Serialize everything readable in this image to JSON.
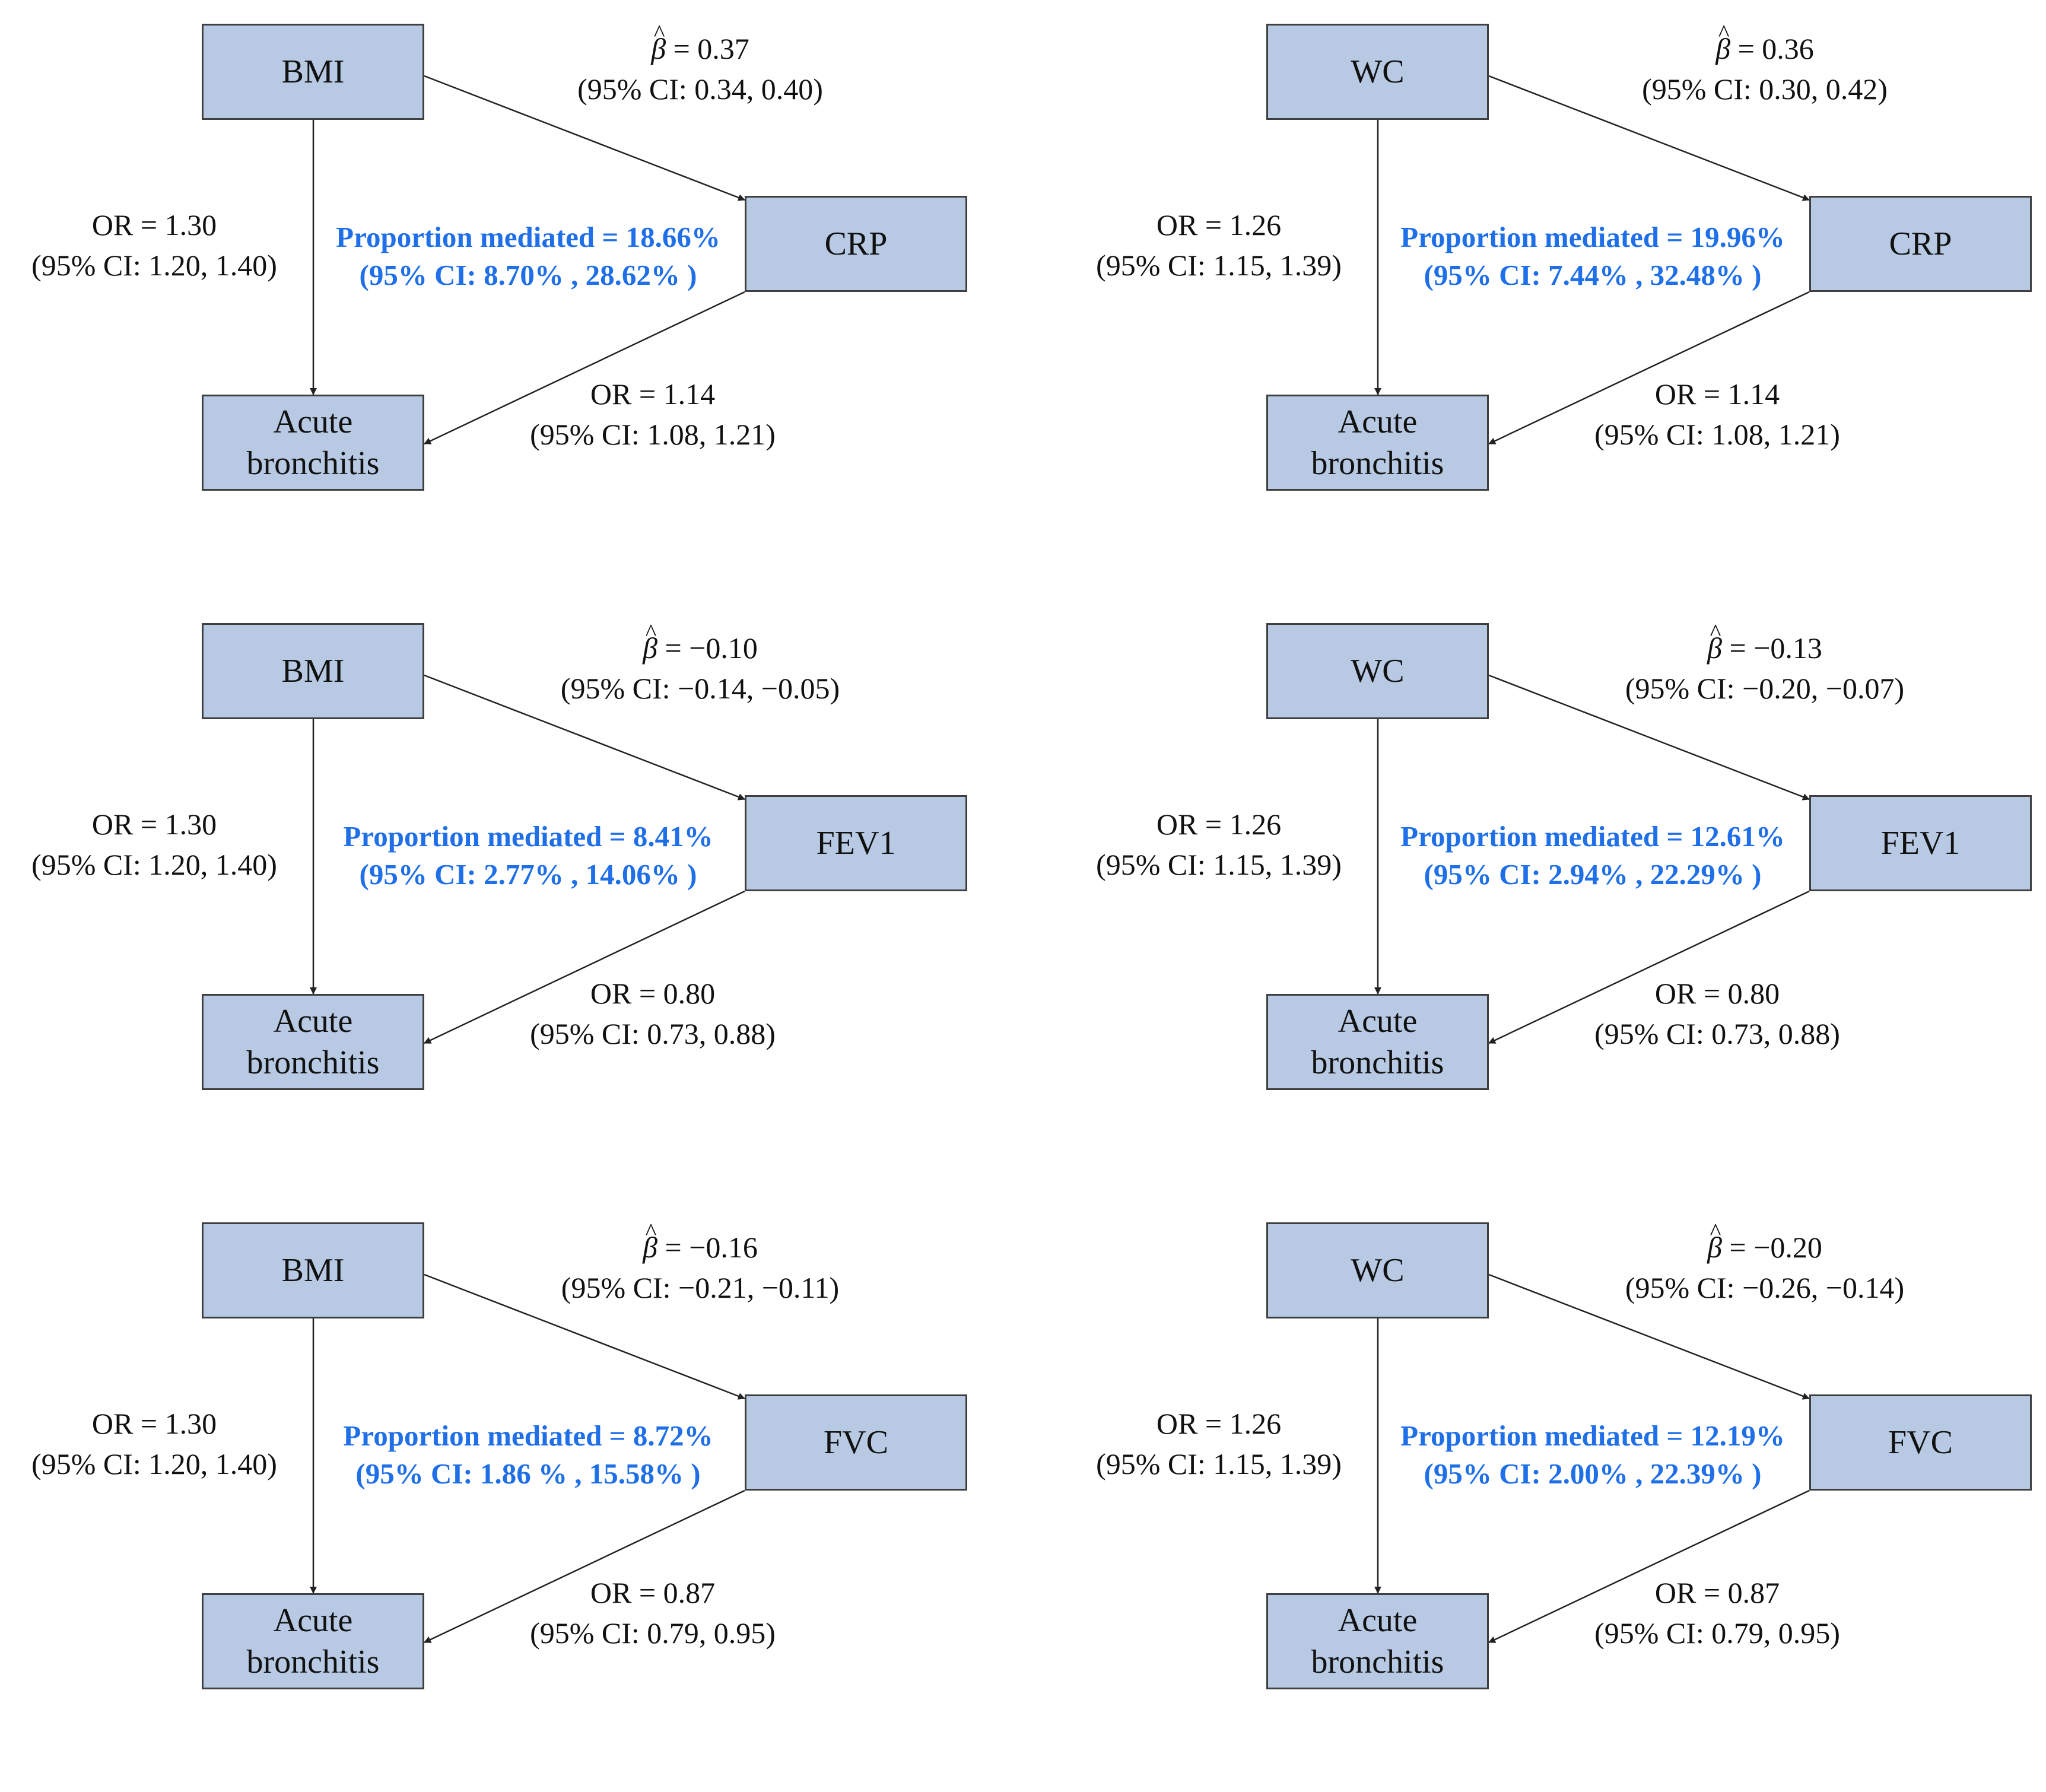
{
  "colors": {
    "box_fill": "#b7c9e3",
    "box_border": "#3f3f3f",
    "mediated_text": "#1f6fe8",
    "text": "#111111"
  },
  "panels": [
    {
      "exposure": "BMI",
      "mediator": "CRP",
      "outcome_line1": "Acute",
      "outcome_line2": "bronchitis",
      "beta_symbol": "β",
      "beta_equals": "= 0.37",
      "beta_ci": "(95% CI: 0.34, 0.40)",
      "direct_or": "OR = 1.30",
      "direct_ci": "(95% CI: 1.20, 1.40)",
      "mediated_line1": "Proportion  mediated = 18.66%",
      "mediated_line2": "(95% CI: 8.70% , 28.62% )",
      "mediator_or": "OR = 1.14",
      "mediator_ci": "(95% CI: 1.08, 1.21)"
    },
    {
      "exposure": "WC",
      "mediator": "CRP",
      "outcome_line1": "Acute",
      "outcome_line2": "bronchitis",
      "beta_symbol": "β",
      "beta_equals": "= 0.36",
      "beta_ci": "(95% CI: 0.30, 0.42)",
      "direct_or": "OR = 1.26",
      "direct_ci": "(95% CI: 1.15, 1.39)",
      "mediated_line1": "Proportion  mediated = 19.96%",
      "mediated_line2": "(95% CI: 7.44% , 32.48% )",
      "mediator_or": "OR = 1.14",
      "mediator_ci": "(95% CI: 1.08, 1.21)"
    },
    {
      "exposure": "BMI",
      "mediator": "FEV1",
      "outcome_line1": "Acute",
      "outcome_line2": "bronchitis",
      "beta_symbol": "β",
      "beta_equals": "= −0.10",
      "beta_ci": "(95% CI: −0.14, −0.05)",
      "direct_or": "OR = 1.30",
      "direct_ci": "(95% CI: 1.20, 1.40)",
      "mediated_line1": "Proportion  mediated = 8.41%",
      "mediated_line2": "(95% CI: 2.77% , 14.06% )",
      "mediator_or": "OR = 0.80",
      "mediator_ci": "(95% CI: 0.73, 0.88)"
    },
    {
      "exposure": "WC",
      "mediator": "FEV1",
      "outcome_line1": "Acute",
      "outcome_line2": "bronchitis",
      "beta_symbol": "β",
      "beta_equals": "= −0.13",
      "beta_ci": "(95% CI: −0.20, −0.07)",
      "direct_or": "OR = 1.26",
      "direct_ci": "(95% CI: 1.15, 1.39)",
      "mediated_line1": "Proportion  mediated = 12.61%",
      "mediated_line2": "(95% CI: 2.94% , 22.29% )",
      "mediator_or": "OR = 0.80",
      "mediator_ci": "(95% CI: 0.73, 0.88)"
    },
    {
      "exposure": "BMI",
      "mediator": "FVC",
      "outcome_line1": "Acute",
      "outcome_line2": "bronchitis",
      "beta_symbol": "β",
      "beta_equals": "= −0.16",
      "beta_ci": "(95% CI: −0.21, −0.11)",
      "direct_or": "OR = 1.30",
      "direct_ci": "(95% CI: 1.20, 1.40)",
      "mediated_line1": "Proportion  mediated = 8.72%",
      "mediated_line2": "(95% CI: 1.86 % , 15.58% )",
      "mediator_or": "OR = 0.87",
      "mediator_ci": "(95% CI: 0.79, 0.95)"
    },
    {
      "exposure": "WC",
      "mediator": "FVC",
      "outcome_line1": "Acute",
      "outcome_line2": "bronchitis",
      "beta_symbol": "β",
      "beta_equals": "= −0.20",
      "beta_ci": "(95% CI: −0.26, −0.14)",
      "direct_or": "OR = 1.26",
      "direct_ci": "(95% CI: 1.15, 1.39)",
      "mediated_line1": "Proportion  mediated = 12.19%",
      "mediated_line2": "(95% CI: 2.00% , 22.39% )",
      "mediator_or": "OR = 0.87",
      "mediator_ci": "(95% CI: 0.79, 0.95)"
    }
  ]
}
